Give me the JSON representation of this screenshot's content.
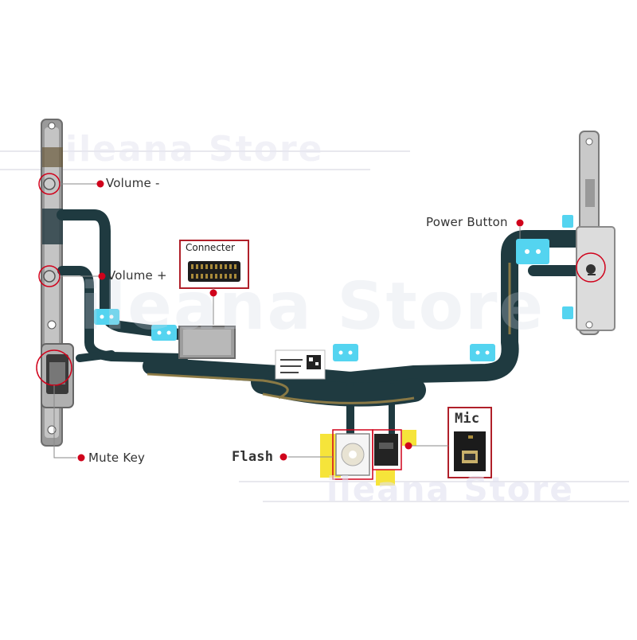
{
  "watermark": "ileana Store",
  "labels": {
    "volume_minus": "Volume -",
    "volume_plus": "Volume +",
    "connector": "Connecter",
    "power_button": "Power Button",
    "mute_key": "Mute Key",
    "flash": "Flash",
    "mic": "Mic"
  },
  "colors": {
    "callout_dot": "#d0021b",
    "flex_cable": "#1f3a40",
    "adhesive_cyan": "#54d4f0",
    "adhesive_yellow": "#f6e43a",
    "metal": "#b8b8b8"
  }
}
